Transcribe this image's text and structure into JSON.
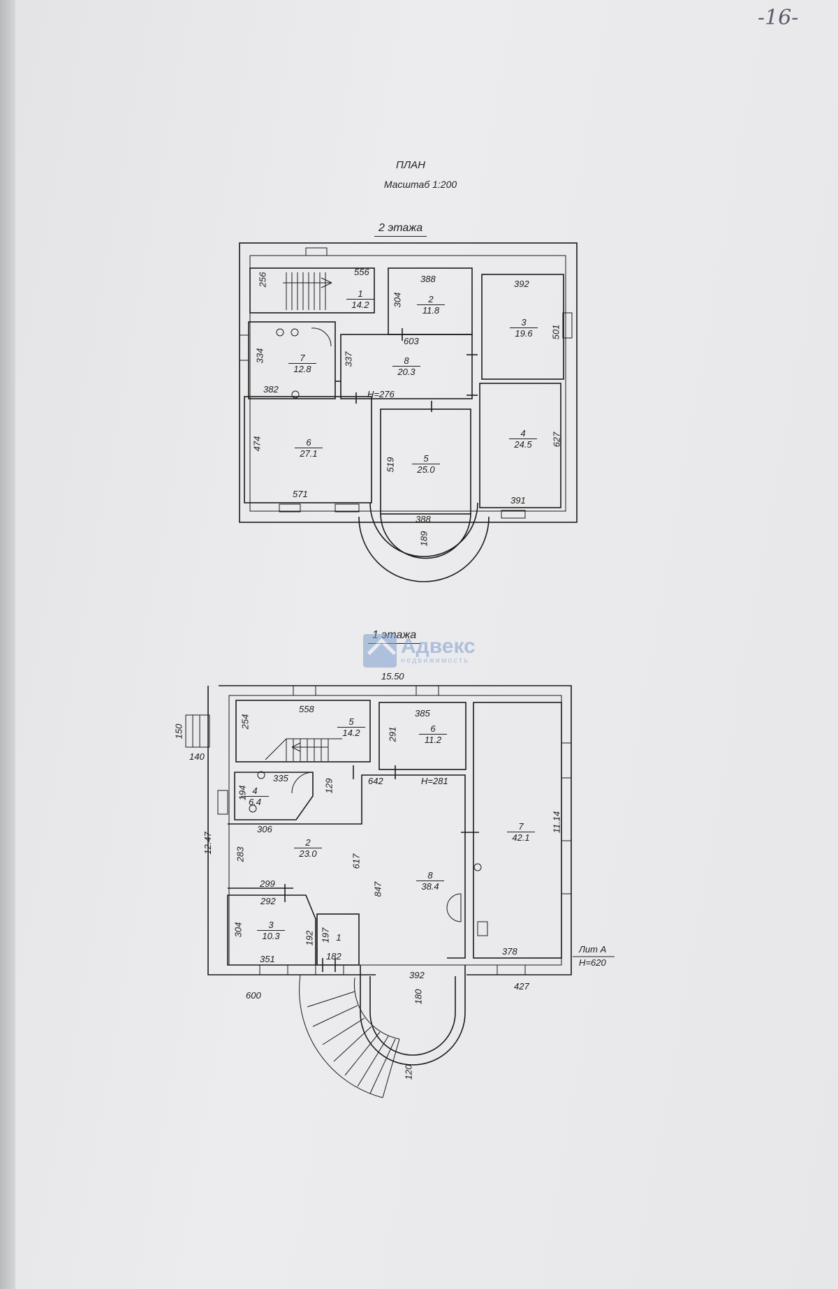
{
  "page_number": "-16-",
  "title": "ПЛАН",
  "scale": "Масштаб 1:200",
  "watermark": {
    "brand": "Адвекс",
    "sub": "недвижимость"
  },
  "floor2": {
    "label": "2 этажа",
    "rooms": [
      {
        "num": "1",
        "area": "14.2"
      },
      {
        "num": "2",
        "area": "11.8"
      },
      {
        "num": "3",
        "area": "19.6"
      },
      {
        "num": "4",
        "area": "24.5"
      },
      {
        "num": "5",
        "area": "25.0"
      },
      {
        "num": "6",
        "area": "27.1"
      },
      {
        "num": "7",
        "area": "12.8"
      },
      {
        "num": "8",
        "area": "20.3"
      }
    ],
    "dims": [
      "256",
      "556",
      "388",
      "304",
      "392",
      "501",
      "603",
      "334",
      "337",
      "382",
      "H=276",
      "474",
      "571",
      "519",
      "627",
      "391",
      "388",
      "189"
    ]
  },
  "floor1": {
    "label": "1 этажа",
    "rooms": [
      {
        "num": "5",
        "area": "14.2"
      },
      {
        "num": "6",
        "area": "11.2"
      },
      {
        "num": "4",
        "area": "6.4"
      },
      {
        "num": "2",
        "area": "23.0"
      },
      {
        "num": "8",
        "area": "38.4"
      },
      {
        "num": "7",
        "area": "42.1"
      },
      {
        "num": "3",
        "area": "10.3"
      },
      {
        "num": "1",
        "area": ""
      }
    ],
    "dims": [
      "15.50",
      "558",
      "385",
      "150",
      "140",
      "254",
      "291",
      "335",
      "642",
      "H=281",
      "194",
      "129",
      "306",
      "12.47",
      "283",
      "617",
      "11.14",
      "299",
      "292",
      "847",
      "304",
      "197",
      "192",
      "351",
      "182",
      "392",
      "378",
      "600",
      "180",
      "427",
      "120"
    ],
    "lit": "Лит А",
    "height": "H=620"
  }
}
